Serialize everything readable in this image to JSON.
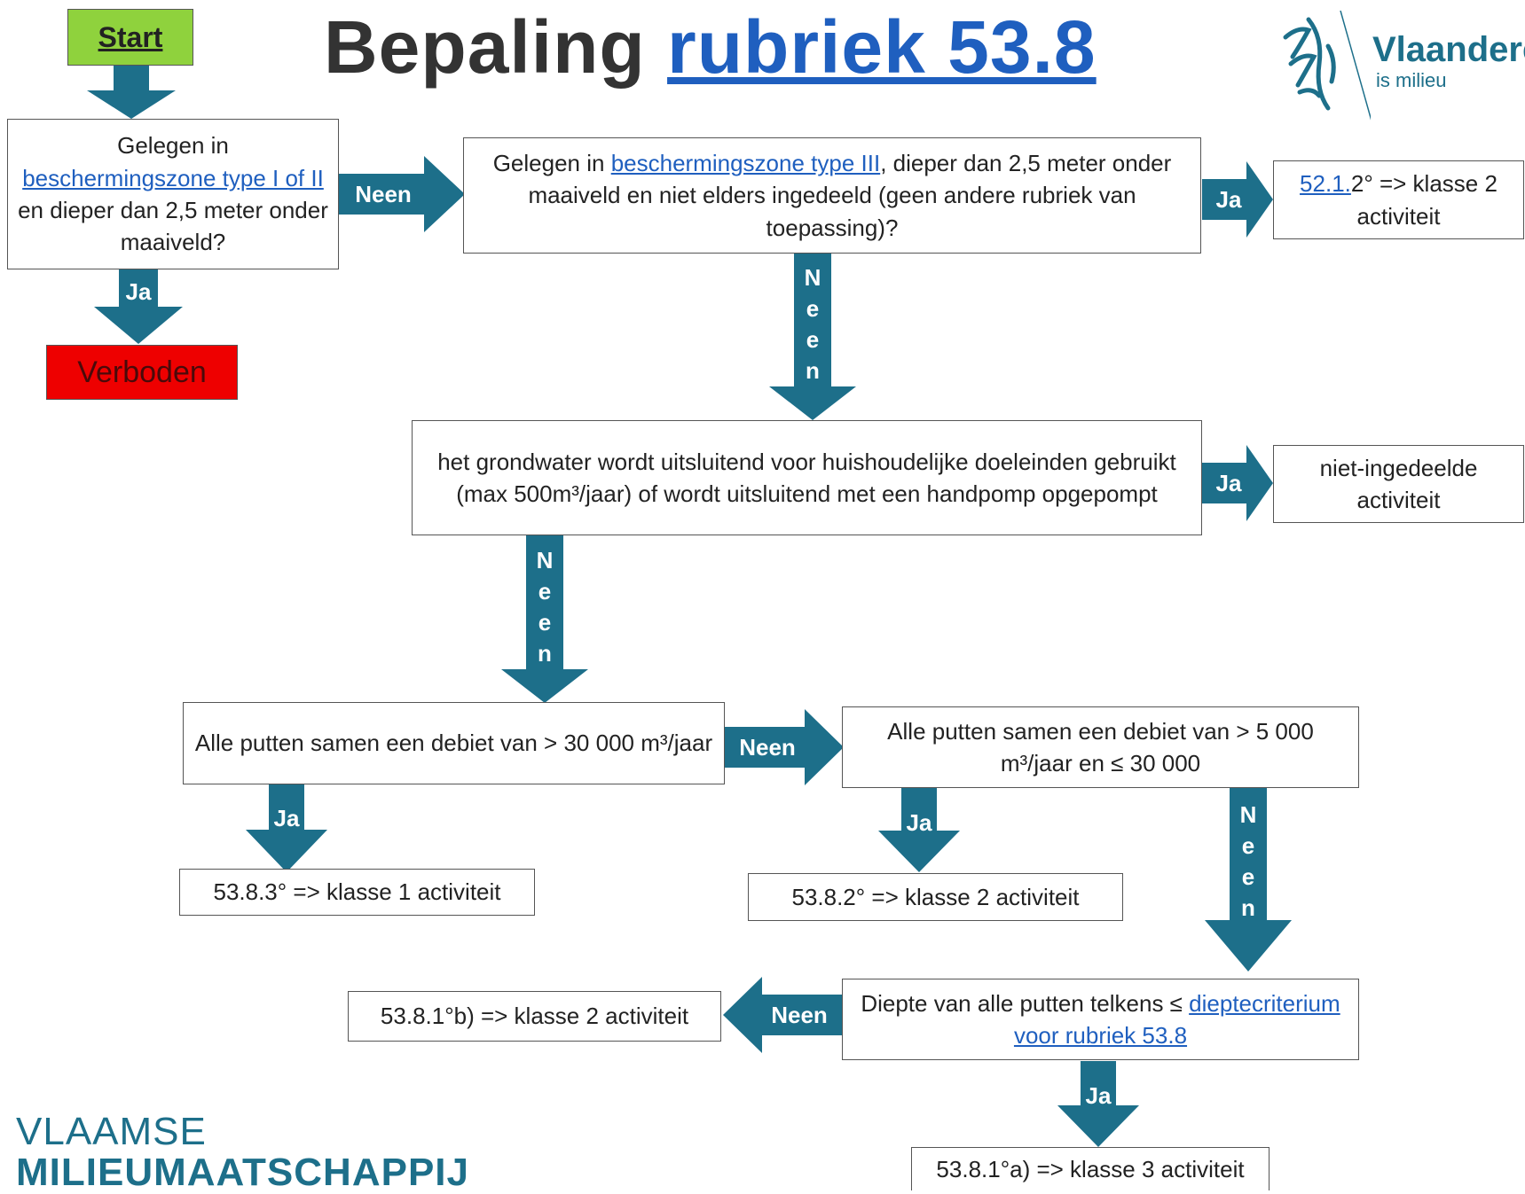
{
  "header": {
    "title_plain": "Bepaling ",
    "title_link": "rubriek 53.8",
    "start_label": "Start",
    "logo_brand": "Vlaanderen",
    "logo_sub": "is milieu"
  },
  "footer": {
    "org_line1": "VLAAMSE",
    "org_line2": "MILIEUMAATSCHAPPIJ"
  },
  "nodes": {
    "q1": {
      "pre": "Gelegen in",
      "link": "beschermingszone type I of II ",
      "post": "en dieper dan 2,5 meter onder maaiveld?"
    },
    "verboden": "Verboden",
    "q2": {
      "pre": "Gelegen in ",
      "link": "beschermingszone type III",
      "post": ", dieper dan 2,5 meter onder maaiveld en niet elders ingedeeld (geen andere rubriek van toepassing)?"
    },
    "r521": {
      "link": "52.1.",
      "post": "2° => klasse 2 activiteit"
    },
    "q3": "het grondwater wordt uitsluitend voor huishoudelijke doeleinden gebruikt (max 500m³/jaar) of wordt uitsluitend met een handpomp opgepompt",
    "niet": "niet-ingedeelde activiteit",
    "q4": "Alle putten samen een debiet van > 30 000 m³/jaar",
    "q5": "Alle putten samen een debiet van > 5 000 m³/jaar en ≤ 30 000",
    "r5383": "53.8.3° => klasse 1 activiteit",
    "r5382": "53.8.2° => klasse 2 activiteit",
    "q6": {
      "pre": "Diepte van alle putten telkens ≤ ",
      "link": "dieptecriterium voor rubriek 53.8"
    },
    "r5381b": "53.8.1°b) => klasse 2 activiteit",
    "r5381a": "53.8.1°a) => klasse 3 activiteit"
  },
  "labels": {
    "ja": "Ja",
    "neen": "Neen",
    "neen_vertical": "N\ne\ne\nn"
  },
  "colors": {
    "arrow": "#1d6f8a",
    "start": "#8fd23d",
    "forbidden": "#ee0000",
    "link": "#1f5fbf"
  }
}
